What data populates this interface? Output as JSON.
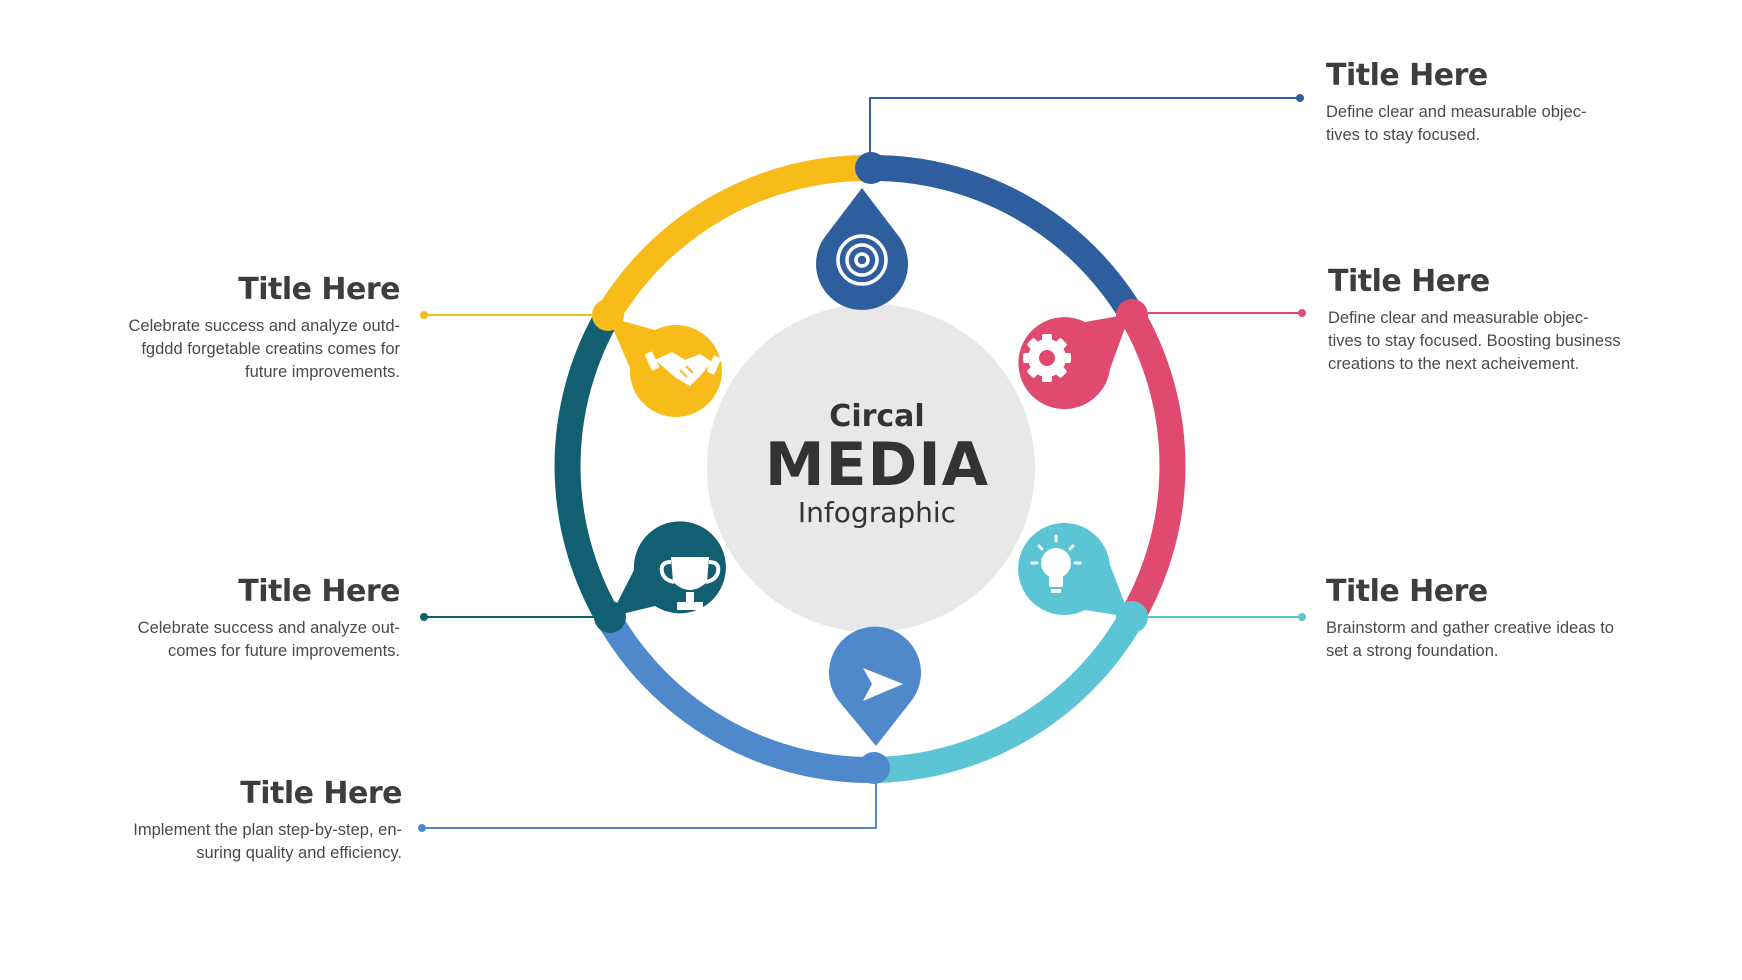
{
  "center": {
    "line1": "Circal",
    "line2": "MEDIA",
    "line3": "Infographic"
  },
  "colors": {
    "blue_dark": "#2f5e9e",
    "pink": "#e04a6f",
    "cyan": "#5bc5d6",
    "blue_mid": "#4f89cc",
    "teal_dark": "#135f72",
    "yellow": "#f8bc1a",
    "center_fill": "#e8e8e8"
  },
  "items": [
    {
      "title": "Title Here",
      "text": [
        "Define clear and measurable objec-",
        "tives to stay focused."
      ],
      "icon": "target-icon"
    },
    {
      "title": "Title Here",
      "text": [
        "Define clear and measurable objec-",
        "tives to stay focused. Boosting business",
        "creations to the next acheivement."
      ],
      "icon": "gear-icon"
    },
    {
      "title": "Title Here",
      "text": [
        "Brainstorm and gather creative ideas to",
        "set a strong foundation."
      ],
      "icon": "lightbulb-icon"
    },
    {
      "title": "Title Here",
      "text": [
        "Implement the plan step-by-step, en-",
        "suring quality and efficiency."
      ],
      "icon": "send-arrow-icon"
    },
    {
      "title": "Title Here",
      "text": [
        "Celebrate success and analyze out-",
        "comes for future improvements."
      ],
      "icon": "trophy-icon"
    },
    {
      "title": "Title Here",
      "text": [
        "Celebrate success and analyze outd-",
        "fgddd forgetable creatins comes for",
        "future improvements."
      ],
      "icon": "handshake-icon"
    }
  ]
}
